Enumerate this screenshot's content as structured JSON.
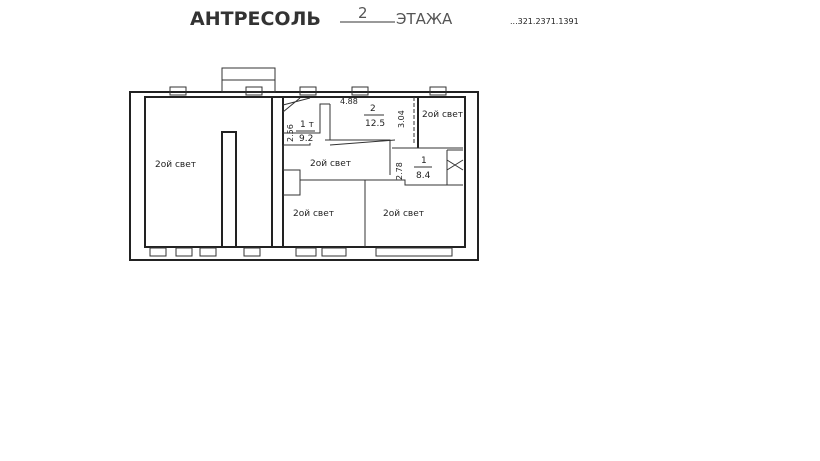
{
  "header": {
    "title": "АНТРЕСОЛЬ",
    "floor_number": "2",
    "floor_word": "ЭТАЖА",
    "stamp": "...321.2371.1391"
  },
  "rooms": {
    "left": "2ой свет",
    "top_right": "2ой свет",
    "middle": "2ой свет",
    "bottom_middle": "2ой свет",
    "bottom_right": "2ой свет",
    "room_1t": {
      "number": "1 т",
      "area": "9.2"
    },
    "room_2": {
      "number": "2",
      "area": "12.5"
    },
    "room_1": {
      "number": "1",
      "area": "8.4"
    }
  },
  "dimensions": {
    "d1": "4.88",
    "d2": "3.04",
    "d3": "2.56",
    "d4": "2.78"
  }
}
